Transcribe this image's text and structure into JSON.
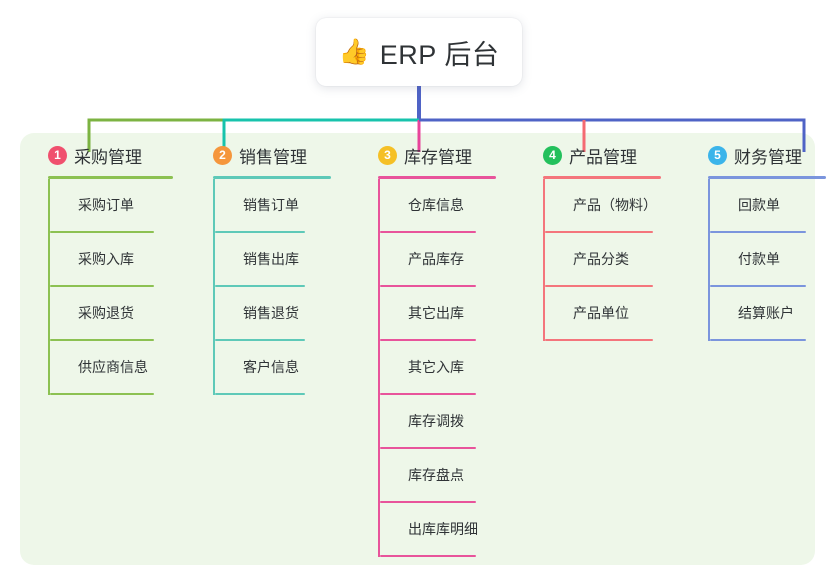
{
  "root": {
    "icon": "thumbs-up-icon",
    "emoji": "👍",
    "title": "ERP 后台"
  },
  "panel": {
    "background": "#eef7e9"
  },
  "connector_colors": {
    "green": "#7cb342",
    "teal": "#17c3ac",
    "blue": "#4f63c6",
    "pink": "#e8449b",
    "red": "#f46a72"
  },
  "columns": [
    {
      "number": "1",
      "title": "采购管理",
      "badge_color": "#f0506e",
      "line_color": "#8cc152",
      "items": [
        "采购订单",
        "采购入库",
        "采购退货",
        "供应商信息"
      ]
    },
    {
      "number": "2",
      "title": "销售管理",
      "badge_color": "#f5963c",
      "line_color": "#5ec9b8",
      "items": [
        "销售订单",
        "销售出库",
        "销售退货",
        "客户信息"
      ]
    },
    {
      "number": "3",
      "title": "库存管理",
      "badge_color": "#f5c026",
      "line_color": "#e8549b",
      "items": [
        "仓库信息",
        "产品库存",
        "其它出库",
        "其它入库",
        "库存调拨",
        "库存盘点",
        "出库库明细"
      ]
    },
    {
      "number": "4",
      "title": "产品管理",
      "badge_color": "#23c05c",
      "line_color": "#f4757c",
      "items": [
        "产品（物料）",
        "产品分类",
        "产品单位"
      ]
    },
    {
      "number": "5",
      "title": "财务管理",
      "badge_color": "#3bb4ea",
      "line_color": "#7b95dd",
      "items": [
        "回款单",
        "付款单",
        "结算账户"
      ]
    }
  ]
}
